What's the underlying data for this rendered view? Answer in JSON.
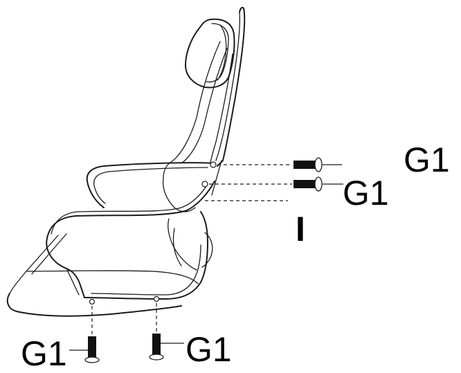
{
  "labels": {
    "screw_far": "G1",
    "screw_near": "G1",
    "part": "I",
    "screw_bottom_left": "G1",
    "screw_bottom_right": "G1"
  },
  "colors": {
    "line": "#1a1a1a",
    "background": "#ffffff"
  }
}
